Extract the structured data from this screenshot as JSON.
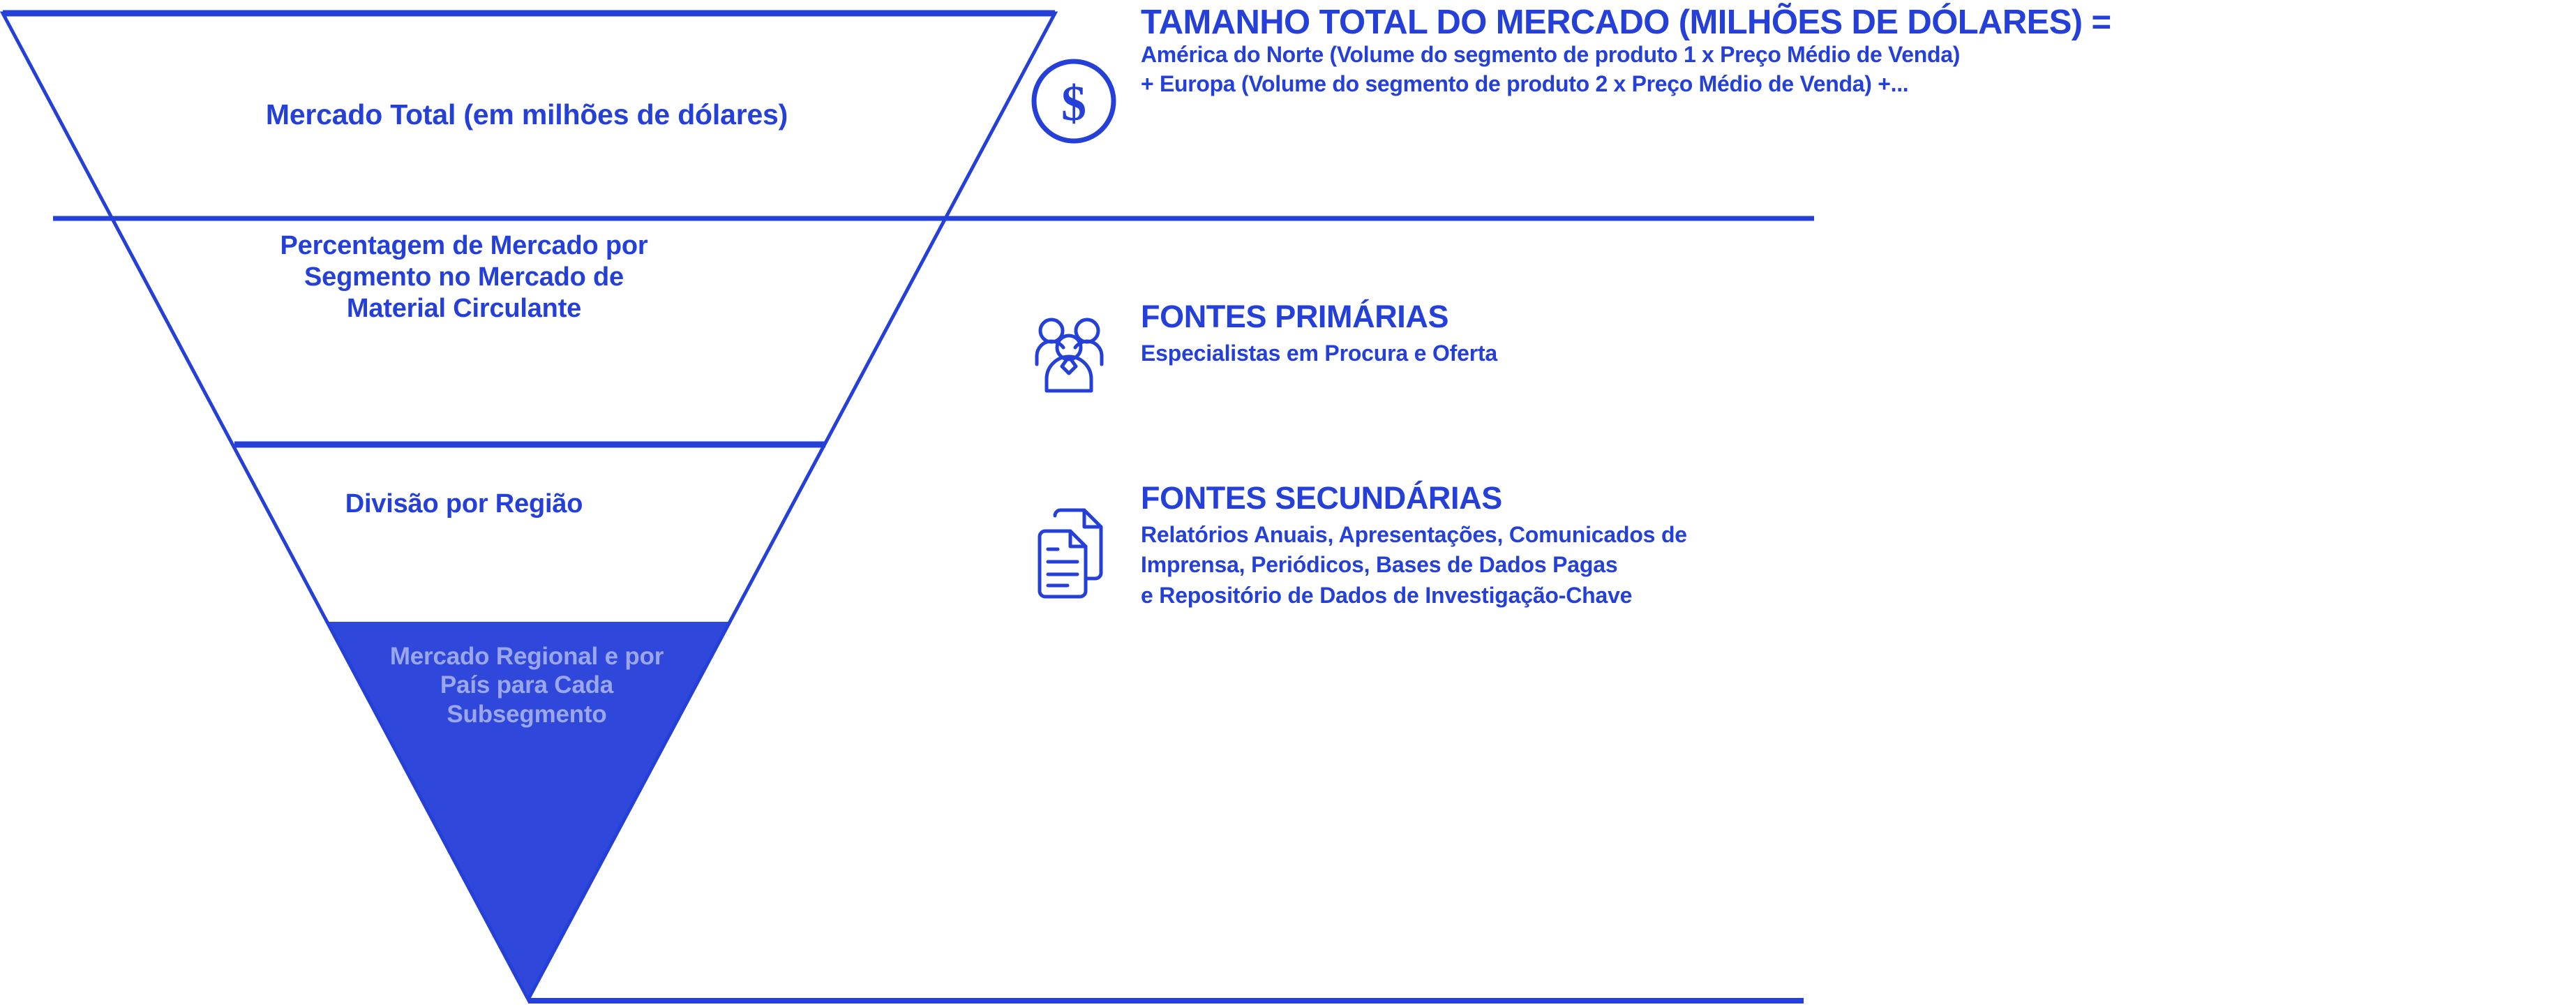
{
  "theme": {
    "brand_blue": "#2540d8",
    "fill_blue": "#2F48DB",
    "stroke_blue": "#2540d8",
    "muted_label": "#9aa7e8",
    "background": "#ffffff"
  },
  "funnel": {
    "stages": [
      {
        "id": "total-market",
        "label": "Mercado Total (em milhões de dólares)",
        "filled": false
      },
      {
        "id": "segment-share",
        "label": "Percentagem de Mercado por\nSegmento no Mercado de\nMaterial Circulante",
        "filled": false
      },
      {
        "id": "region-split",
        "label": "Divisão por Região",
        "filled": false
      },
      {
        "id": "regional-country",
        "label": "Mercado Regional e por\nPaís para Cada\nSubsegmento",
        "filled": true
      }
    ]
  },
  "right_panel": {
    "market_size": {
      "icon": "dollar-circle-icon",
      "heading": "TAMANHO TOTAL DO MERCADO (MILHÕES DE DÓLARES) =",
      "lines": [
        "América do Norte (Volume do segmento de produto 1 x Preço Médio de Venda)",
        "+ Europa (Volume do segmento de produto 2 x Preço Médio de Venda) +..."
      ]
    },
    "primary_sources": {
      "icon": "people-group-icon",
      "heading": "FONTES PRIMÁRIAS",
      "lines": [
        "Especialistas em Procura e Oferta"
      ]
    },
    "secondary_sources": {
      "icon": "documents-icon",
      "heading": "FONTES SECUNDÁRIAS",
      "lines": [
        "Relatórios Anuais, Apresentações, Comunicados de",
        "Imprensa, Periódicos, Bases de Dados Pagas",
        "e Repositório de Dados de Investigação-Chave"
      ]
    }
  }
}
